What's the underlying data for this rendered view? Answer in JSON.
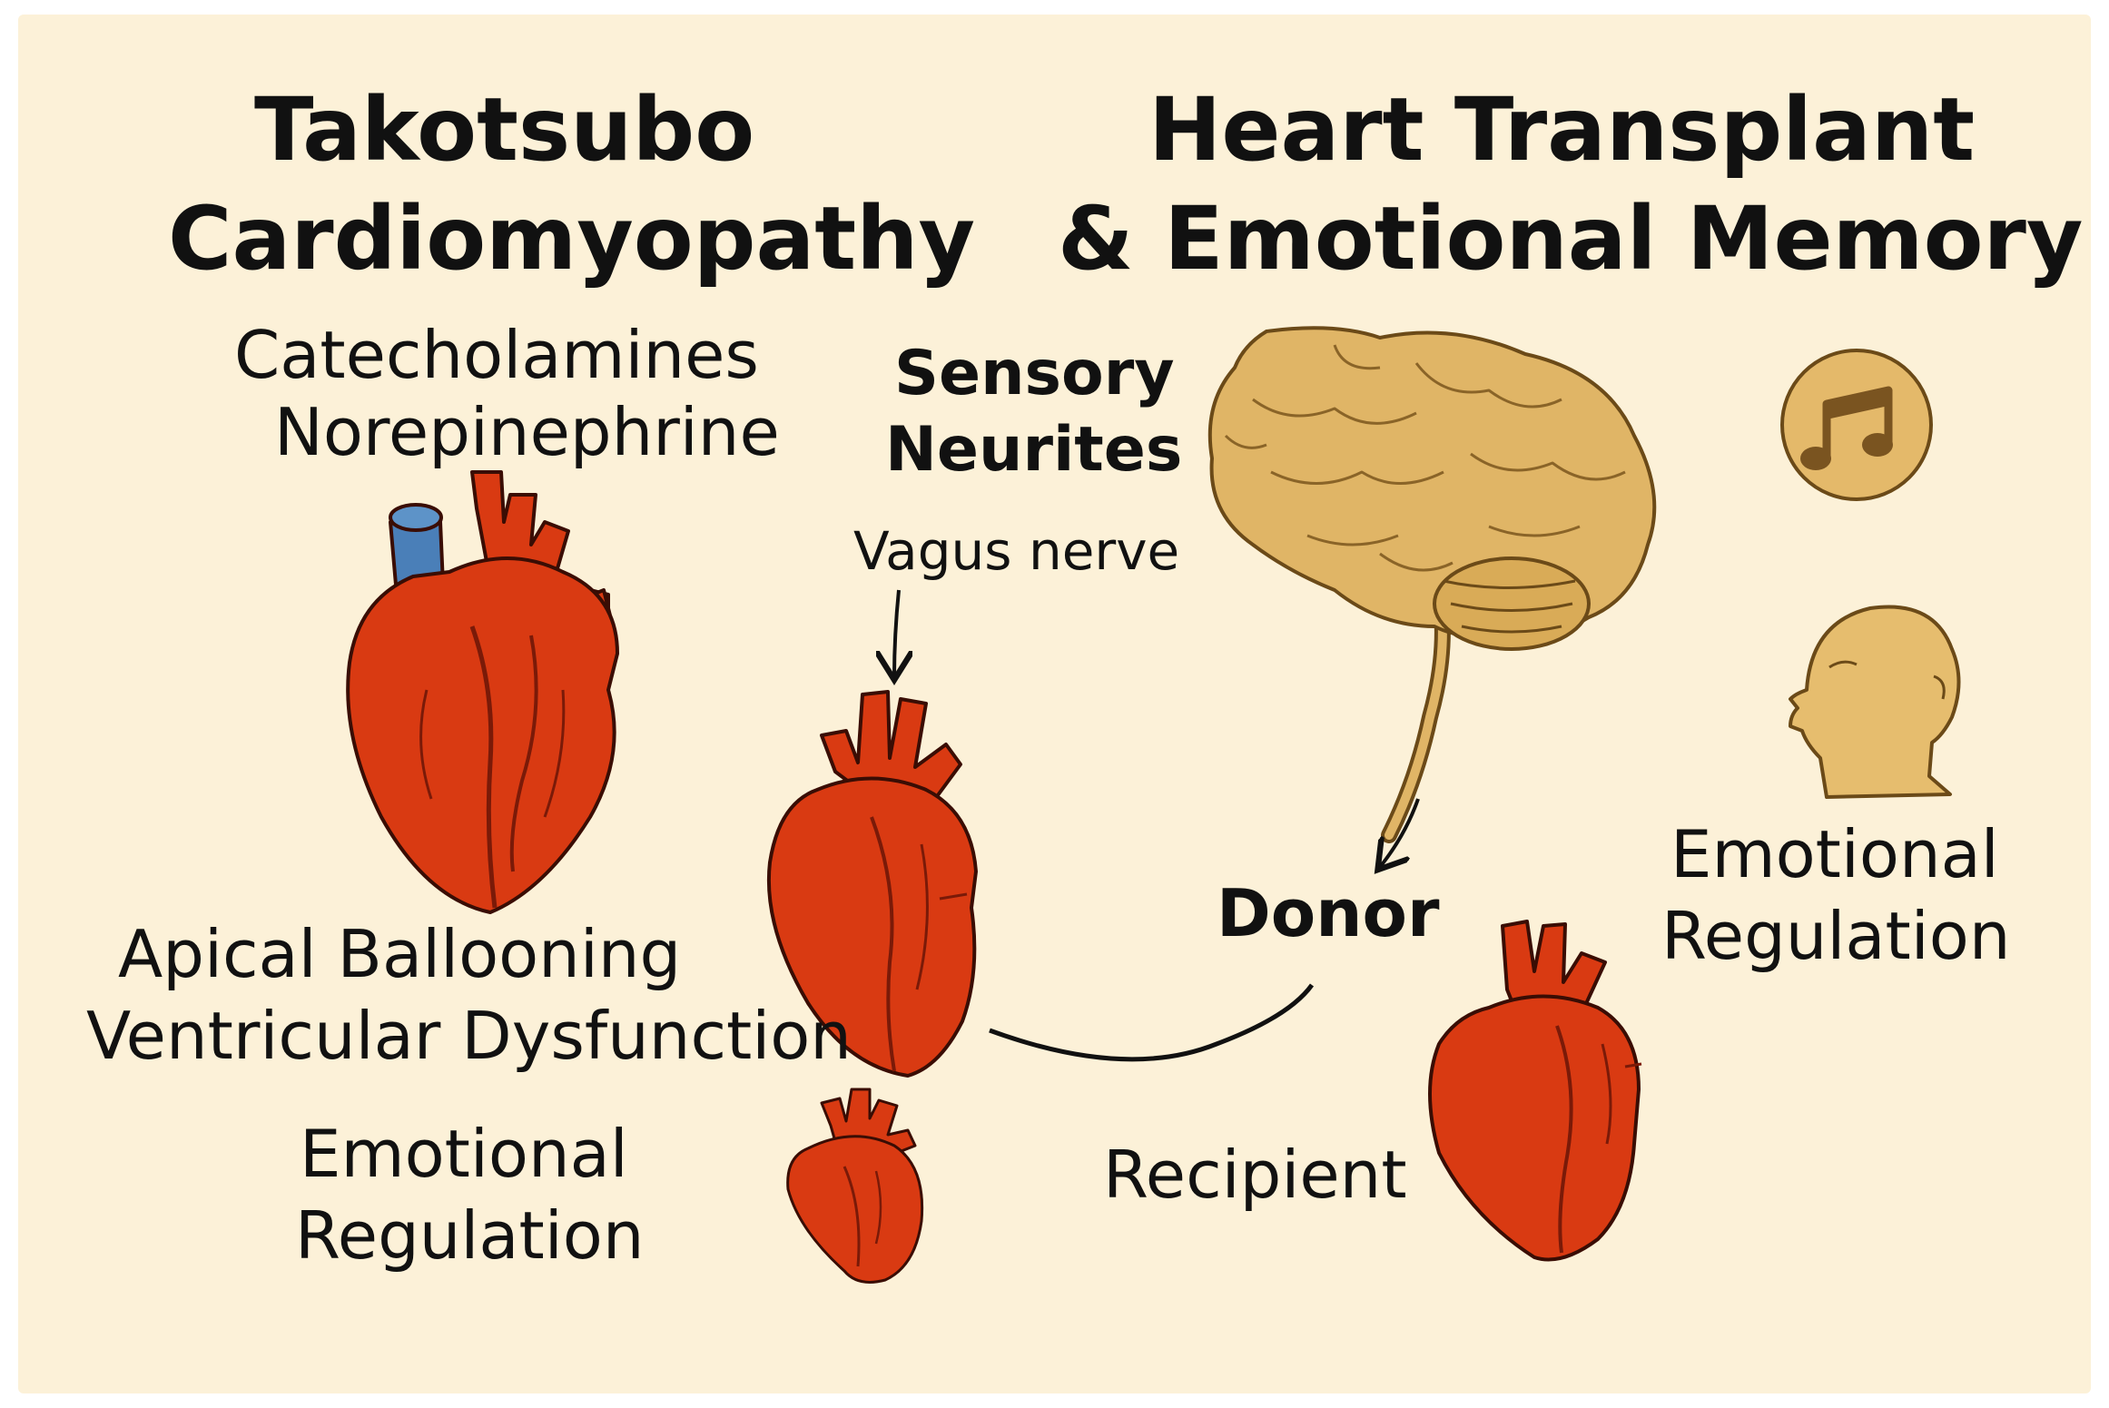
{
  "left_title": {
    "line1": "Takotsubo",
    "line2": "Cardiomyopathy"
  },
  "right_title": {
    "line1": "Heart Transplant",
    "line2": "& Emotional Memory"
  },
  "catecholamines": {
    "line1": "Catecholamines",
    "line2": "Norepinephrine"
  },
  "sensory_neurites": {
    "line1": "Sensory",
    "line2": "Neurites"
  },
  "vagus_nerve": "Vagus nerve",
  "apical": {
    "line1": "Apical Ballooning",
    "line2": "Ventricular Dysfunction"
  },
  "emotional_left": {
    "line1": "Emotional",
    "line2": "Regulation"
  },
  "donor": "Donor",
  "recipient": "Recipient",
  "emotional_right": {
    "line1": "Emotional",
    "line2": "Regulation"
  },
  "icons": {
    "music": "music-note-icon",
    "head": "head-profile-icon",
    "brain": "brain-icon",
    "heart": "heart-icon"
  },
  "colors": {
    "background": "#fcf1d8",
    "heart": "#d93a12",
    "heart_dark": "#7a1a08",
    "vessel_blue": "#4a7fb8",
    "brain": "#e0b566",
    "brain_dark": "#8a6428",
    "head": "#e6bd6e",
    "circle": "#e4b96a"
  }
}
